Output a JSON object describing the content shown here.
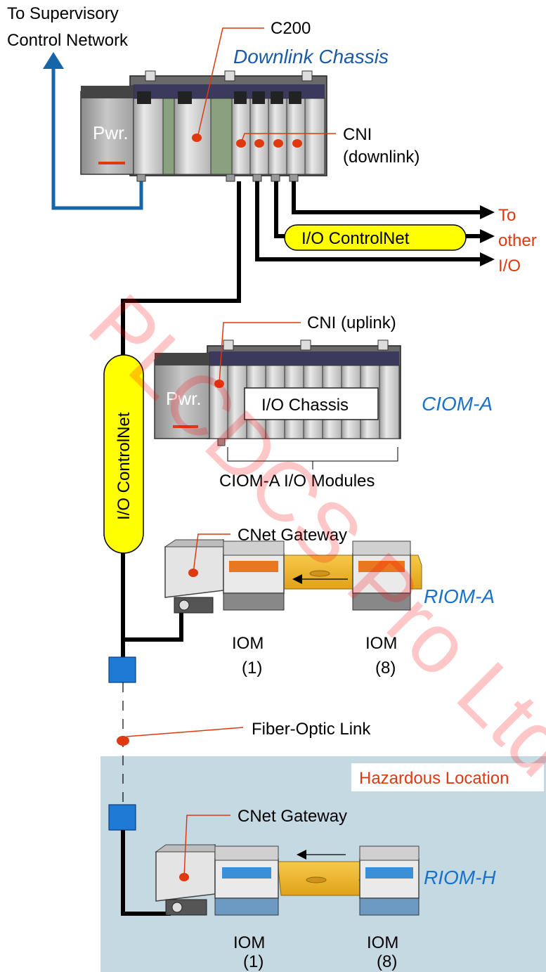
{
  "labels": {
    "supervisory_line1": "To Supervisory",
    "supervisory_line2": "Control Network",
    "c200": "C200",
    "downlink_chassis": "Downlink Chassis",
    "pwr_top": "Pwr.",
    "cni_line1": "CNI",
    "cni_line2": "(downlink)",
    "io_controlnet_h": "I/O ControlNet",
    "to": "To",
    "other": "other",
    "io": "I/O",
    "cni_uplink": "CNI (uplink)",
    "pwr_mid": "Pwr.",
    "io_chassis": "I/O Chassis",
    "ciom_a": "CIOM-A",
    "ciom_modules": "CIOM-A I/O Modules",
    "io_controlnet_v": "I/O ControlNet",
    "cnet_gateway_a": "CNet Gateway",
    "riom_a": "RIOM-A",
    "iom_a1": "IOM",
    "iom_a1_num": "(1)",
    "iom_a8": "IOM",
    "iom_a8_num": "(8)",
    "fiber_link": "Fiber-Optic Link",
    "hazardous": "Hazardous Location",
    "cnet_gateway_h": "CNet Gateway",
    "riom_h": "RIOM-H",
    "iom_h1": "IOM",
    "iom_h1_num": "(1)",
    "iom_h8": "IOM",
    "iom_h8_num": "(8)"
  },
  "watermark": "PLCDCS Pro Ltd",
  "colors": {
    "accent_red": "#e0380f",
    "accent_blue": "#1a72c9",
    "supervisory_blue": "#1565a8",
    "controlnet_yellow": "#ffff00",
    "hazard_zone": "#c5d9e3",
    "fiber_node": "#1f7ad6"
  }
}
